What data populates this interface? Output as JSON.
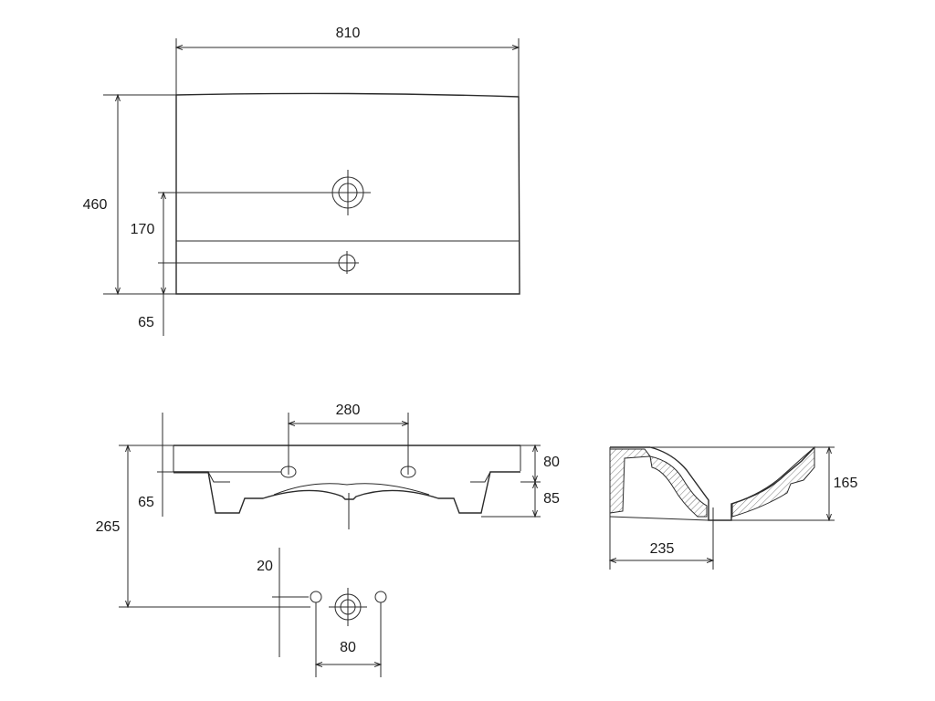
{
  "dimensions": {
    "top_view": {
      "width": "810",
      "depth": "460",
      "tap_hole_offset": "170",
      "overflow_offset": "65"
    },
    "front_view": {
      "holes_spacing": "280",
      "overflow_offset": "65",
      "total_height": "265",
      "upper_height": "80",
      "lower_height": "85"
    },
    "detail_view": {
      "vertical_offset": "20",
      "holes_spacing": "80"
    },
    "section_view": {
      "depth": "235",
      "height": "165"
    }
  },
  "colors": {
    "line": "#2b2b2b",
    "text": "#1a1a1a",
    "background": "#ffffff"
  }
}
